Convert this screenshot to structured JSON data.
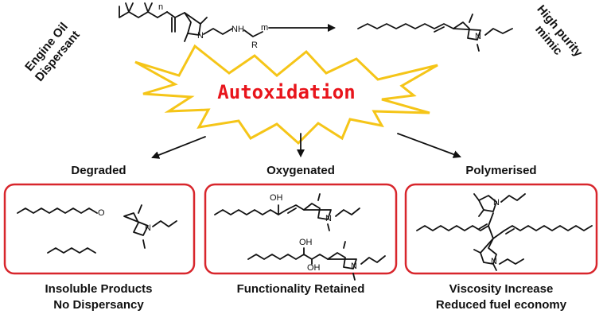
{
  "top": {
    "left_label": [
      "Engine Oil",
      "Dispersant"
    ],
    "right_label": [
      "High purity",
      "mimic"
    ],
    "polymer_n": "n",
    "polymer_m": "m",
    "polymer_nh": "NH",
    "polymer_r": "R",
    "mimic_n": "N"
  },
  "burst": {
    "label": "Autoxidation",
    "fill_color": "#ffffff",
    "stroke_color": "#f5c518",
    "text_color": "#e8141b"
  },
  "branches": [
    {
      "heading": "Degraded",
      "captions": [
        "Insoluble Products",
        "No Dispersancy"
      ],
      "atoms": {
        "o": "O",
        "n": "N"
      }
    },
    {
      "heading": "Oxygenated",
      "captions": [
        "Functionality Retained"
      ],
      "atoms": {
        "oh1": "OH",
        "oh2": "OH",
        "oh3": "OH",
        "n1": "N",
        "n2": "N"
      }
    },
    {
      "heading": "Polymerised",
      "captions": [
        "Viscosity Increase",
        "Reduced fuel economy"
      ],
      "atoms": {
        "n1": "N",
        "n2": "N"
      }
    }
  ],
  "colors": {
    "box_border": "#d8262c",
    "text": "#111111"
  }
}
